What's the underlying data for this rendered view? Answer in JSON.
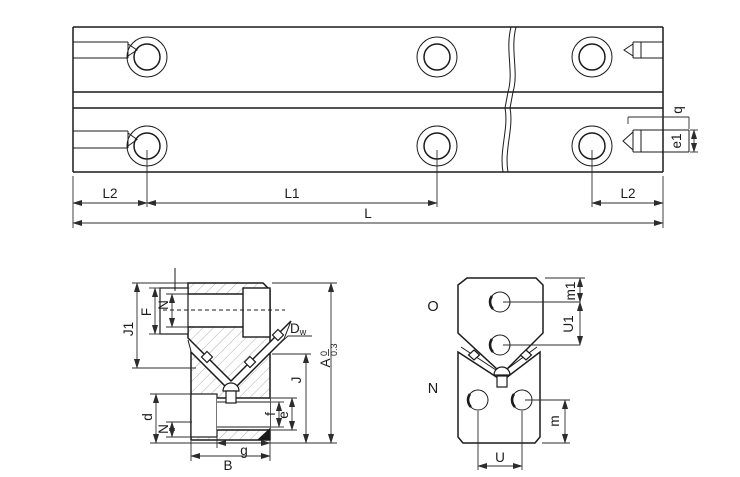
{
  "colors": {
    "line": "#1b1b1b",
    "dim": "#2c2c2c",
    "hatch": "#9a9a9a"
  },
  "plan_view": {
    "l2_left": "L2",
    "l1": "L1",
    "l2_right": "L2",
    "l": "L",
    "q": "q",
    "e1": "e1"
  },
  "section_view": {
    "n_top": "N",
    "f": "F",
    "j1": "J1",
    "dw_d": "D",
    "dw_sub": "w",
    "a": "A",
    "a_tol_upper": "0",
    "a_tol_lower": "0.3",
    "j": "J",
    "d": "d",
    "n_bottom": "N",
    "f_small": "f",
    "e": "e",
    "g": "g",
    "b": "B"
  },
  "end_view": {
    "o": "O",
    "n": "N",
    "m1": "m1",
    "u1": "U1",
    "m": "m",
    "u": "U"
  }
}
